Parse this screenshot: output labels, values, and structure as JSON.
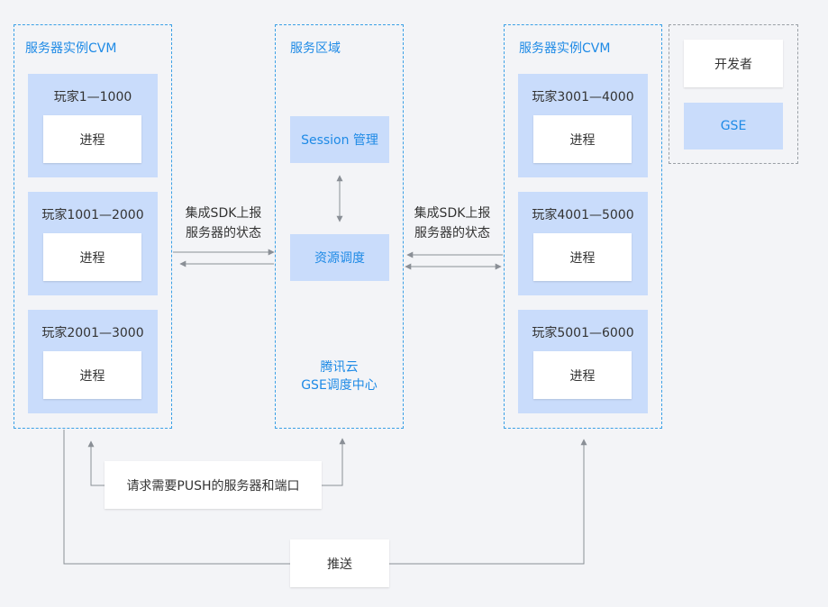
{
  "left_group": {
    "title": "服务器实例CVM",
    "panels": [
      {
        "label": "玩家1—1000",
        "process": "进程"
      },
      {
        "label": "玩家1001—2000",
        "process": "进程"
      },
      {
        "label": "玩家2001—3000",
        "process": "进程"
      }
    ]
  },
  "center_group": {
    "title": "服务区域",
    "session": "Session 管理",
    "scheduler": "资源调度",
    "caption_line1": "腾讯云",
    "caption_line2": "GSE调度中心"
  },
  "right_group": {
    "title": "服务器实例CVM",
    "panels": [
      {
        "label": "玩家3001—4000",
        "process": "进程"
      },
      {
        "label": "玩家4001—5000",
        "process": "进程"
      },
      {
        "label": "玩家5001—6000",
        "process": "进程"
      }
    ]
  },
  "legend": {
    "developer": "开发者",
    "gse": "GSE"
  },
  "left_arrow_label": {
    "line1": "集成SDK上报",
    "line2": "服务器的状态"
  },
  "right_arrow_label": {
    "line1": "集成SDK上报",
    "line2": "服务器的状态"
  },
  "request_box": "请求需要PUSH的服务器和端口",
  "push_box": "推送"
}
